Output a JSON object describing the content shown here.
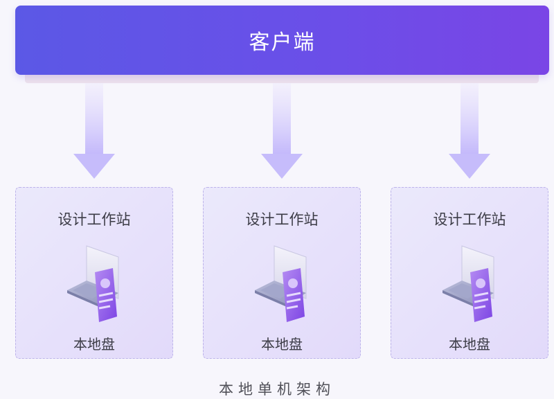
{
  "client": {
    "label": "客户端"
  },
  "stations": [
    {
      "title": "设计工作站",
      "storage": "本地盘",
      "icon": "laptop-with-profile-card-icon"
    },
    {
      "title": "设计工作站",
      "storage": "本地盘",
      "icon": "laptop-with-profile-card-icon"
    },
    {
      "title": "设计工作站",
      "storage": "本地盘",
      "icon": "laptop-with-profile-card-icon"
    }
  ],
  "caption": "本地单机架构",
  "colors": {
    "client_gradient_start": "#5b58e6",
    "client_gradient_end": "#7a45e6",
    "arrow": "#c9c0fb",
    "station_bg": "#e8e4fb",
    "station_border": "#bdb4ea",
    "card_purple": "#8e5ae8"
  }
}
